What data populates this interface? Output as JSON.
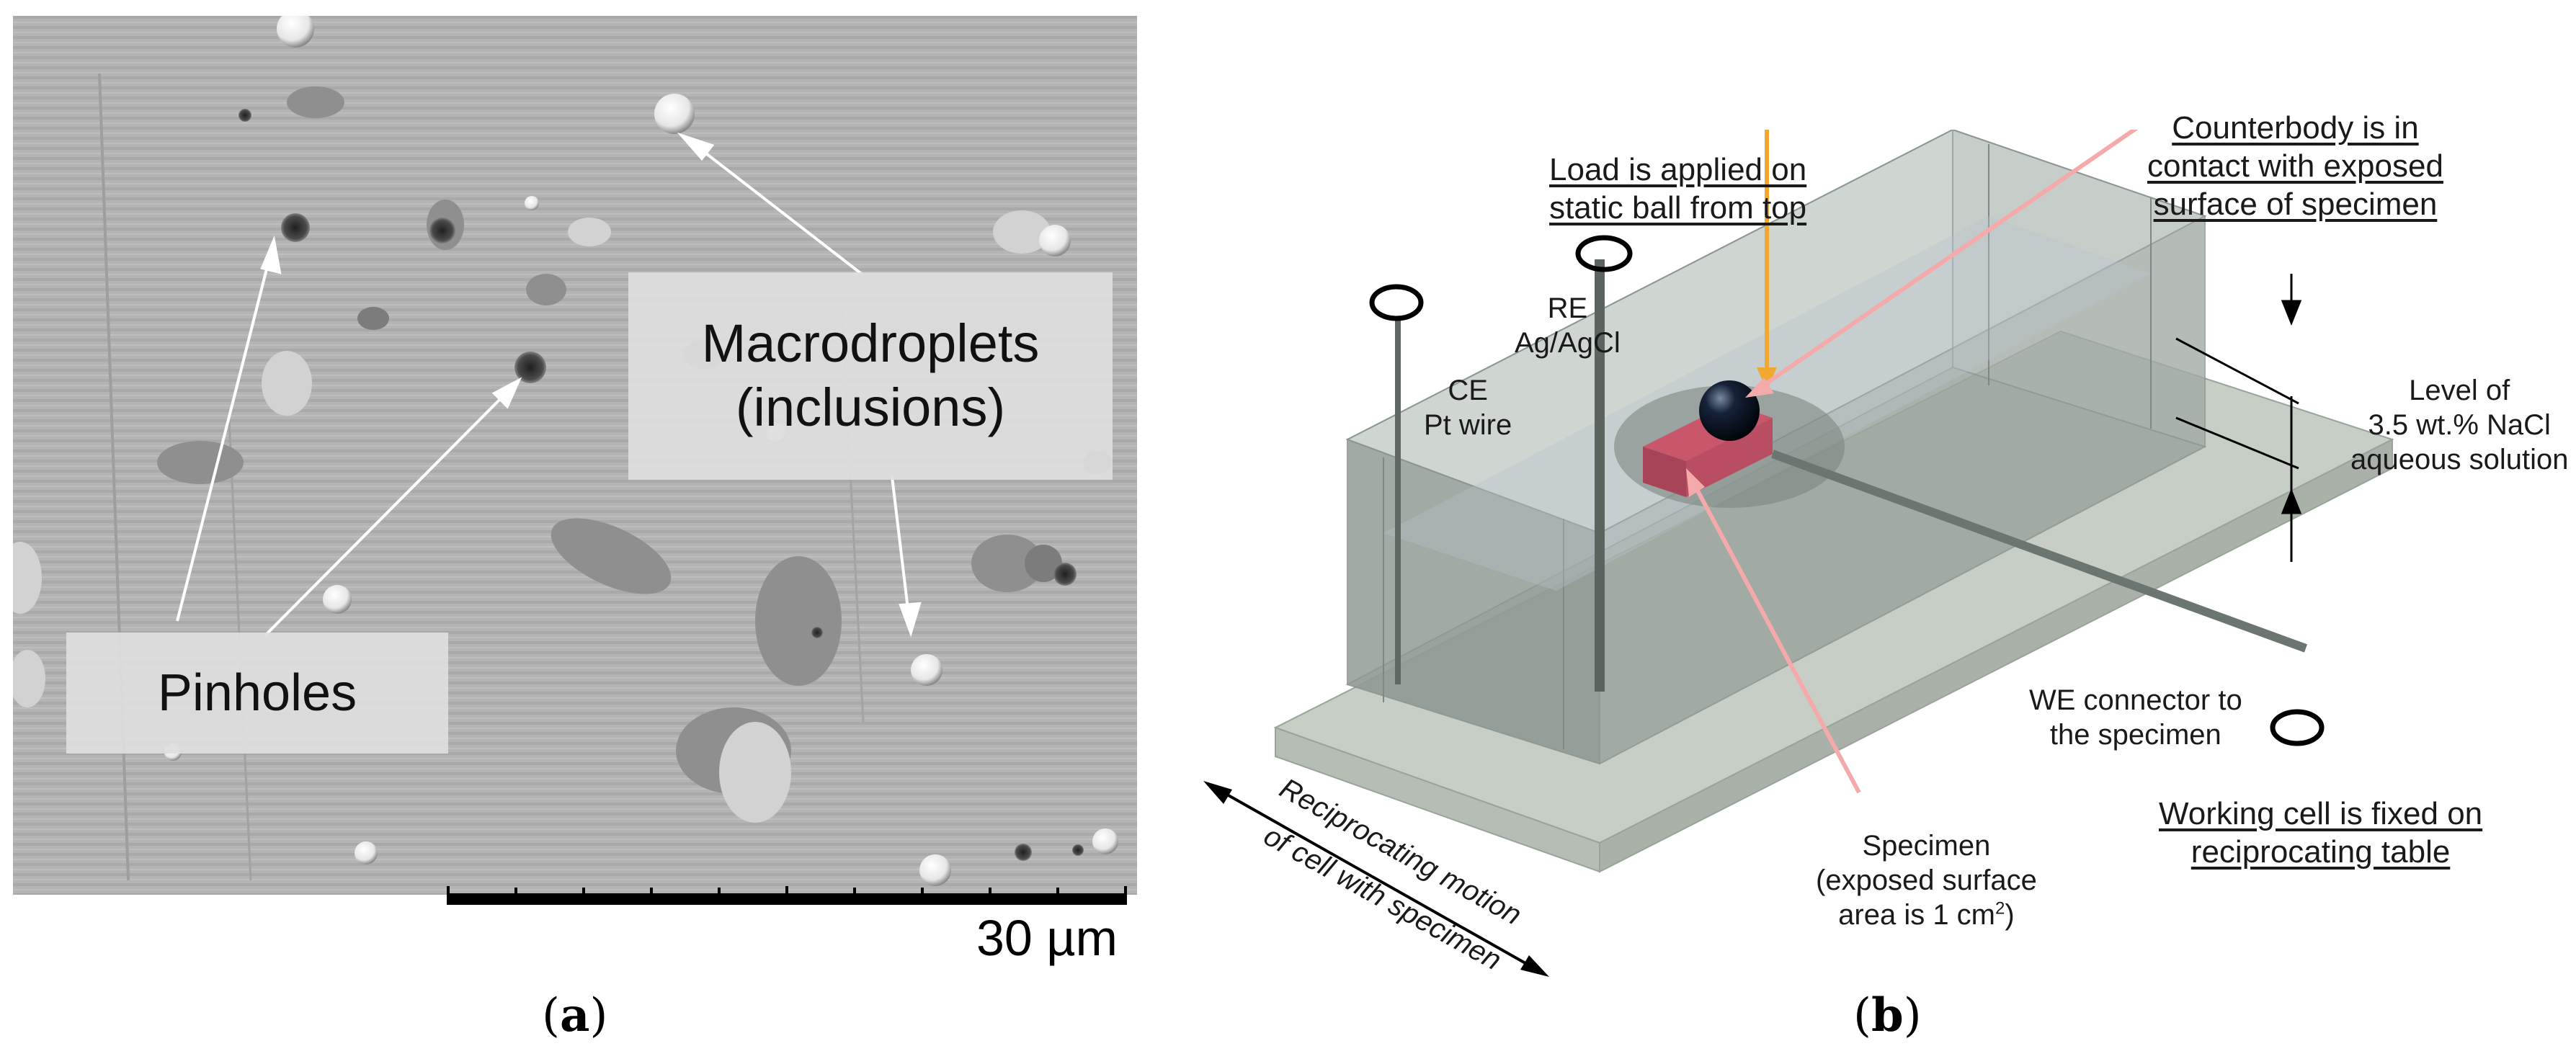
{
  "panel_a": {
    "label_open": "(",
    "label_letter": "a",
    "label_close": ")",
    "macro_line1": "Macrodroplets",
    "macro_line2": "(inclusions)",
    "pinholes": "Pinholes",
    "scale_bar": "30 µm"
  },
  "panel_b": {
    "label_open": "(",
    "label_letter": "b",
    "label_close": ")",
    "load_line1": "Load is applied on",
    "load_line2": "static ball from top",
    "counter_line1": "Counterbody is in",
    "counter_line2": "contact with exposed",
    "counter_line3": "surface of specimen",
    "re_line1": "RE",
    "re_line2": "Ag/AgCl",
    "ce_line1": "CE",
    "ce_line2": "Pt wire",
    "level_line1": "Level of",
    "level_line2": "3.5 wt.% NaCl",
    "level_line3": "aqueous solution",
    "we_line1": "WE connector to",
    "we_line2": "the specimen",
    "specimen_line1": "Specimen",
    "specimen_line2": "(exposed surface",
    "specimen_line3_pre": "area is 1 cm",
    "specimen_sup": "2",
    "specimen_line3_post": ")",
    "working_line1": "Working cell is fixed on",
    "working_line2": "reciprocating table",
    "motion_line1": "Reciprocating motion",
    "motion_line2": "of cell with specimen"
  },
  "colors": {
    "orange_arrow": "#f0a830",
    "pink_arrow": "#f4aaaa",
    "specimen": "#c9566a",
    "glass": "#9aa7a0"
  }
}
